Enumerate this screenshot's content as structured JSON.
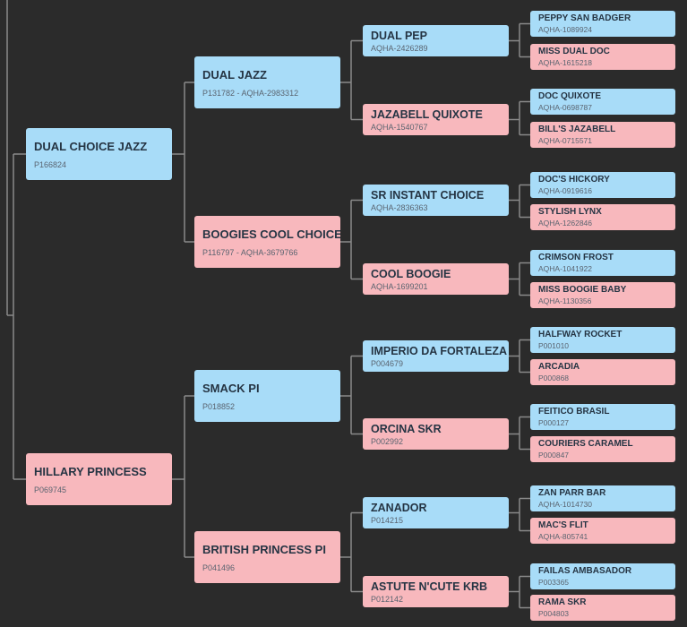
{
  "colors": {
    "background": "#2b2b2b",
    "male": "#a8dcf8",
    "female": "#f8b8bd",
    "connector": "#8a8a8a"
  },
  "pedigree": {
    "gen1": [
      {
        "name": "DUAL CHOICE JAZZ",
        "reg": "P166824",
        "sex": "male"
      },
      {
        "name": "HILLARY PRINCESS",
        "reg": "P069745",
        "sex": "female"
      }
    ],
    "gen2": [
      {
        "name": "DUAL JAZZ",
        "reg": "P131782 - AQHA-2983312",
        "sex": "male"
      },
      {
        "name": "BOOGIES COOL CHOICE",
        "reg": "P116797 - AQHA-3679766",
        "sex": "female"
      },
      {
        "name": "SMACK PI",
        "reg": "P018852",
        "sex": "male"
      },
      {
        "name": "BRITISH PRINCESS PI",
        "reg": "P041496",
        "sex": "female"
      }
    ],
    "gen3": [
      {
        "name": "DUAL PEP",
        "reg": "AQHA-2426289",
        "sex": "male"
      },
      {
        "name": "JAZABELL QUIXOTE",
        "reg": "AQHA-1540767",
        "sex": "female"
      },
      {
        "name": "SR INSTANT CHOICE",
        "reg": "AQHA-2836363",
        "sex": "male"
      },
      {
        "name": "COOL BOOGIE",
        "reg": "AQHA-1699201",
        "sex": "female"
      },
      {
        "name": "IMPERIO DA FORTALEZA",
        "reg": "P004679",
        "sex": "male"
      },
      {
        "name": "ORCINA SKR",
        "reg": "P002992",
        "sex": "female"
      },
      {
        "name": "ZANADOR",
        "reg": "P014215",
        "sex": "male"
      },
      {
        "name": "ASTUTE N'CUTE KRB",
        "reg": "P012142",
        "sex": "female"
      }
    ],
    "gen4": [
      {
        "name": "PEPPY SAN BADGER",
        "reg": "AQHA-1089924",
        "sex": "male"
      },
      {
        "name": "MISS DUAL DOC",
        "reg": "AQHA-1615218",
        "sex": "female"
      },
      {
        "name": "DOC QUIXOTE",
        "reg": "AQHA-0698787",
        "sex": "male"
      },
      {
        "name": "BILL'S JAZABELL",
        "reg": "AQHA-0715571",
        "sex": "female"
      },
      {
        "name": "DOC'S HICKORY",
        "reg": "AQHA-0919616",
        "sex": "male"
      },
      {
        "name": "STYLISH LYNX",
        "reg": "AQHA-1262846",
        "sex": "female"
      },
      {
        "name": "CRIMSON FROST",
        "reg": "AQHA-1041922",
        "sex": "male"
      },
      {
        "name": "MISS BOOGIE BABY",
        "reg": "AQHA-1130356",
        "sex": "female"
      },
      {
        "name": "HALFWAY ROCKET",
        "reg": "P001010",
        "sex": "male"
      },
      {
        "name": "ARCADIA",
        "reg": "P000868",
        "sex": "female"
      },
      {
        "name": "FEITICO BRASIL",
        "reg": "P000127",
        "sex": "male"
      },
      {
        "name": "COURIERS CARAMEL",
        "reg": "P000847",
        "sex": "female"
      },
      {
        "name": "ZAN PARR BAR",
        "reg": "AQHA-1014730",
        "sex": "male"
      },
      {
        "name": "MAC'S FLIT",
        "reg": "AQHA-805741",
        "sex": "female"
      },
      {
        "name": "FAILAS AMBASADOR",
        "reg": "P003365",
        "sex": "male"
      },
      {
        "name": "RAMA SKR",
        "reg": "P004803",
        "sex": "female"
      }
    ]
  }
}
